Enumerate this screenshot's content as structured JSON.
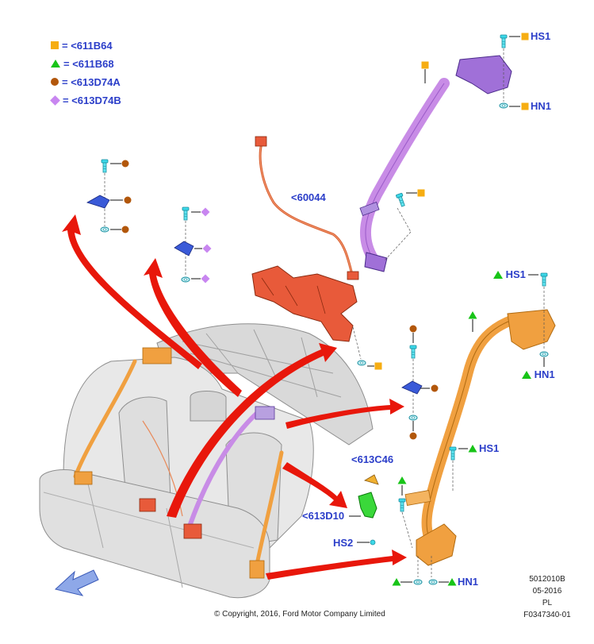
{
  "colors": {
    "callout_blue": "#2b3ec9",
    "square": "#f6ad12",
    "triangle": "#18c418",
    "circle": "#b2570b",
    "diamond": "#c886f0",
    "orange_belt": "#f0a040",
    "purple_belt": "#c88ce6",
    "red_part": "#e85a3a",
    "arrow_red": "#e8170b",
    "fastener_cyan": "#3cd8e8",
    "seat_grey": "#e2e2e2"
  },
  "legend": [
    {
      "symbol": "square",
      "code": "<611B64"
    },
    {
      "symbol": "triangle",
      "code": "<611B68"
    },
    {
      "symbol": "circle",
      "code": "<613D74A"
    },
    {
      "symbol": "diamond",
      "code": "<613D74B"
    }
  ],
  "callouts": {
    "harness": "<60044",
    "buckle_cover": "<613C46",
    "buckle_green": "<613D10",
    "hs2": "HS2",
    "hs1_top": "HS1",
    "hn1_top": "HN1",
    "hs1_right": "HS1",
    "hn1_right": "HN1",
    "hs1_mid": "HS1",
    "hn1_bottom": "HN1"
  },
  "meta": {
    "ref_code": "5012010B",
    "date": "05-2016",
    "lang": "PL",
    "figure_id": "F0347340-01"
  },
  "copyright": "© Copyright, 2016, Ford Motor Company Limited",
  "icons": [
    "square-icon",
    "triangle-icon",
    "circle-icon",
    "diamond-icon",
    "bolt-icon",
    "washer-icon",
    "direction-arrow-icon"
  ]
}
